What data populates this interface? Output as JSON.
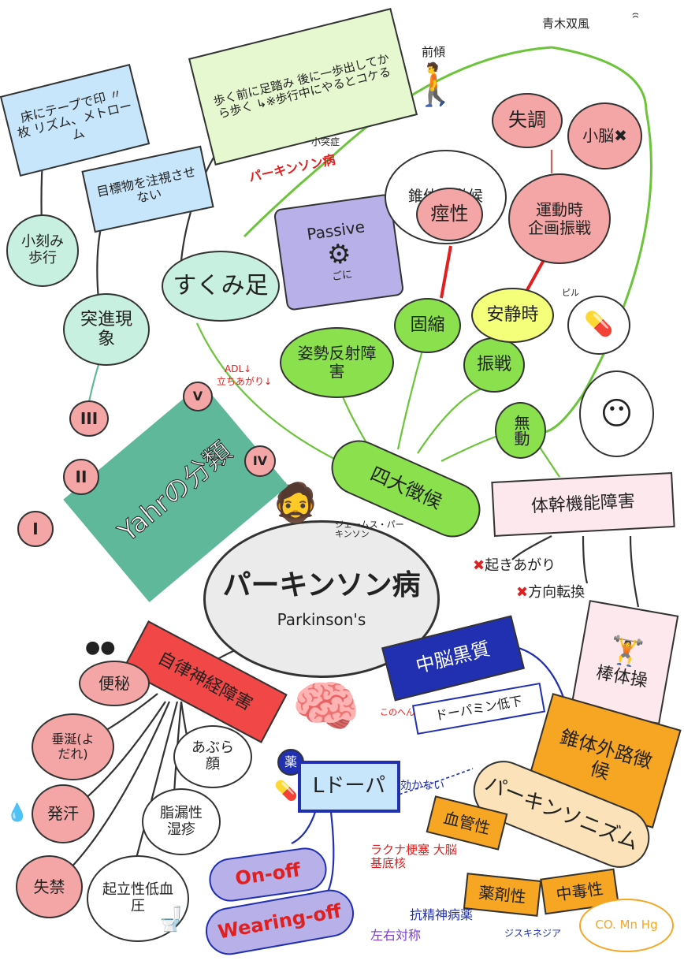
{
  "author": "青木双風",
  "center": {
    "title": "パーキンソン病",
    "subtitle": "Parkinson's",
    "portrait_caption": "ジェームス・パーキンソン"
  },
  "hoehn_yahr": {
    "title": "Yahrの分類",
    "stages": [
      "I",
      "II",
      "III",
      "IV",
      "V"
    ],
    "note_adl": "ADL↓",
    "note_standing": "立ちあがり↓"
  },
  "gait": {
    "frozen_gait": "すくみ足",
    "festination": "突進現象",
    "short_steps": "小刻み歩行",
    "tape_box": "床にテープで印 〃 枚 リズム、メトローム",
    "no_gaze_box": "目標物を注視させない",
    "step_box": "歩く前に足踏み 後に一歩出してから歩く ↳※歩行中にやるとコケる",
    "small_note": "小突症",
    "parkinson_label": "パーキンソン病",
    "forward_lean": "前傾"
  },
  "four_signs": {
    "title": "四大徴候",
    "postural": "姿勢反射障害",
    "rigidity": "固縮",
    "tremor": "振戦",
    "akinesia": "無動",
    "rest": "安静時",
    "pill_note": "ピル",
    "passive_label": "Passive",
    "cog": "ごに"
  },
  "pyramidal": {
    "title": "錐体路徴候",
    "spastic": "痙性"
  },
  "cerebellar": {
    "motor": "運動時",
    "intention": "企画振戦",
    "ataxia": "失調",
    "cerebellum": "小脳✖"
  },
  "trunk": {
    "title": "体幹機能障害",
    "standing": "起きあがり",
    "turning": "方向転換",
    "exercise": "棒体操"
  },
  "autonomic": {
    "title": "自律神経障害",
    "items": [
      "便秘",
      "垂涎(よだれ)",
      "発汗",
      "失禁",
      "あぶら顔",
      "脂漏性湿疹",
      "起立性低血圧"
    ]
  },
  "substantia": {
    "title": "中脳黒質",
    "dopamine_down": "ドーパミン低下",
    "arrow_note": "このへん"
  },
  "drug": {
    "badge": "薬",
    "name": "Lドーパ",
    "not_effective": "効かない",
    "on_off": "On-off",
    "wearing_off": "Wearing-off"
  },
  "extrapyramidal": {
    "title": "錐体外路徴候"
  },
  "parkinsonism": {
    "title": "パーキンソニズム",
    "vascular": "血管性",
    "vascular_note": "ラクナ梗塞 大脳基底核",
    "drug_induced": "薬剤性",
    "drug_note": "抗精神病薬",
    "drug_note2": "ジスキネジア",
    "left_right": "左右対称",
    "toxic": "中毒性",
    "toxic_note": "CO. Mn Hg"
  },
  "colors": {
    "green": "#8be04e",
    "pink": "#f4a6a6",
    "blue_fill": "#c8e6fb",
    "red": "#e02020",
    "navy": "#2030b0",
    "orange": "#f6a623",
    "purple": "#b8b0e8",
    "teal": "#5fb89a"
  }
}
